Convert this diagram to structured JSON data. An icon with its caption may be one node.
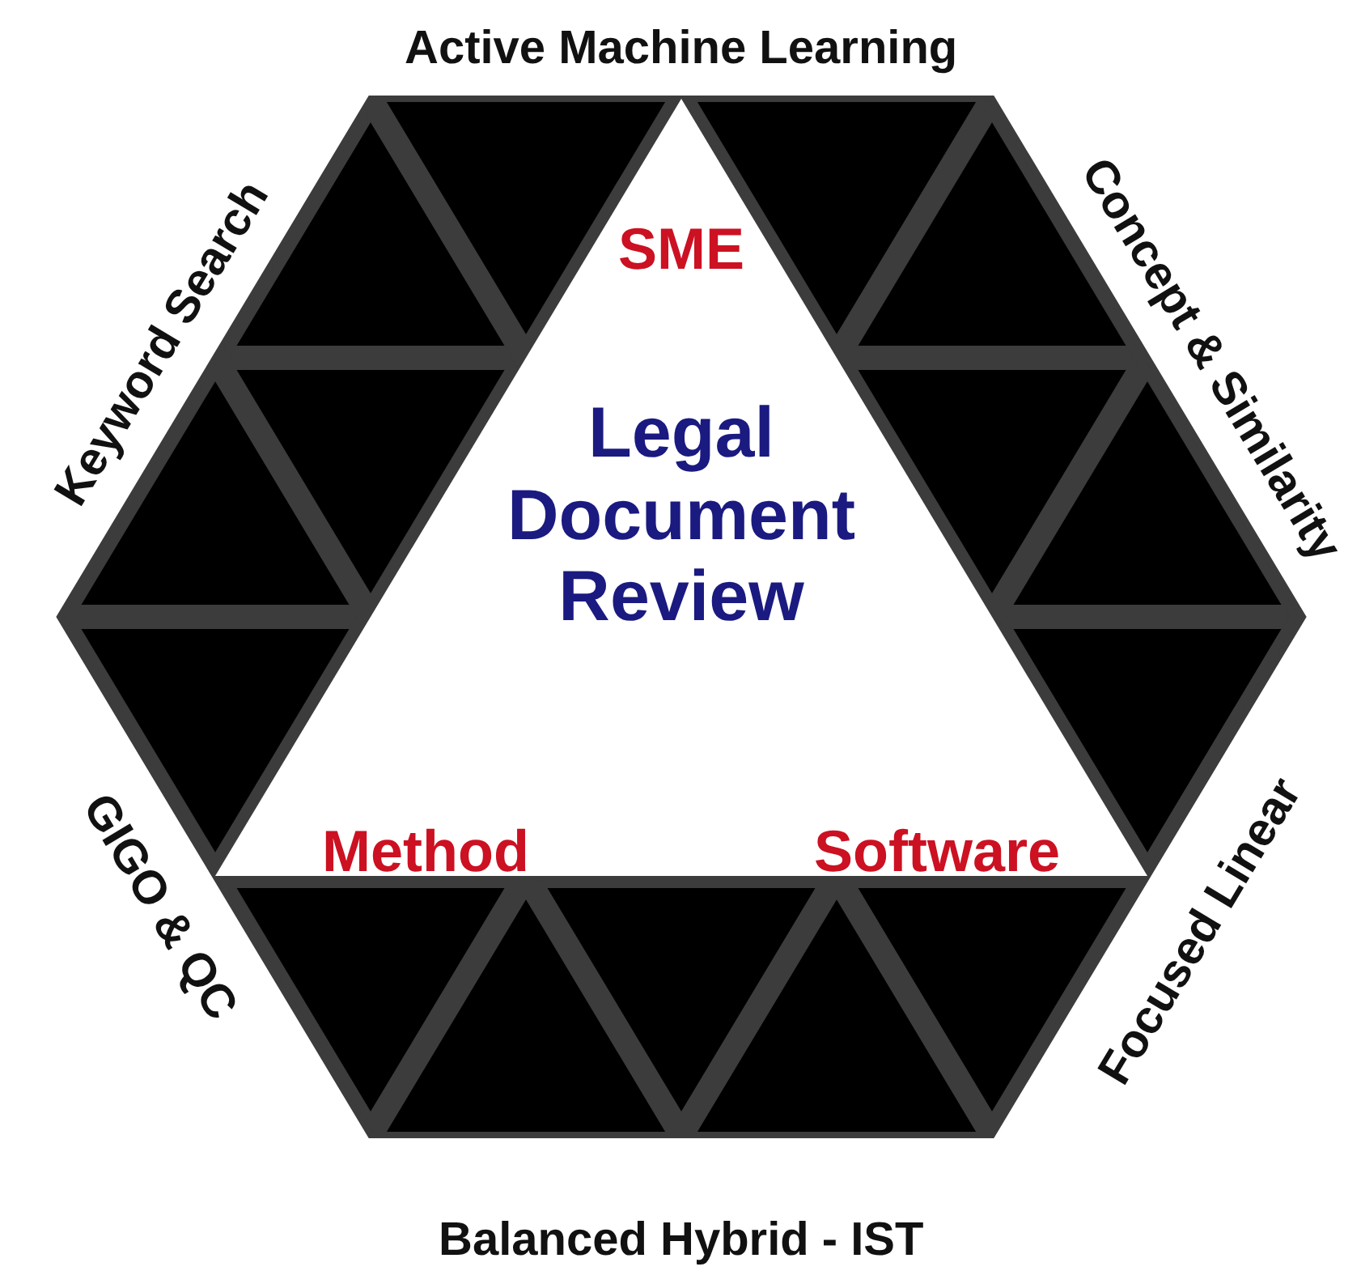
{
  "diagram": {
    "nodes": [
      {
        "text": [
          "SME",
          "Legal Document Review",
          "Method",
          "Software"
        ]
      }
    ],
    "labels": [
      "Active Machine Learning",
      "Keyword Search",
      "Concept & Similarity",
      "GIGO & QC",
      "Focused Linear",
      "Balanced Hybrid - IST"
    ]
  }
}
